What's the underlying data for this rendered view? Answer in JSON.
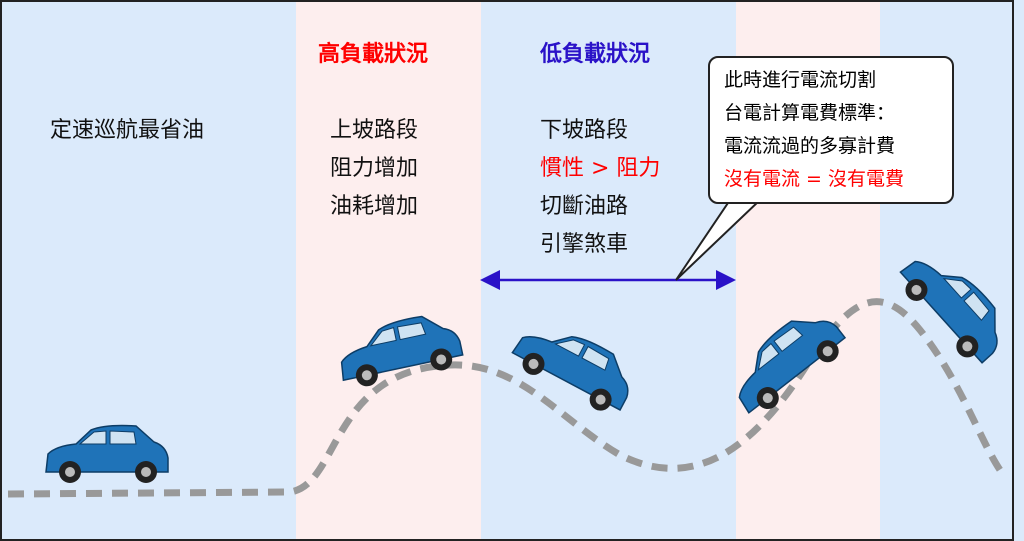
{
  "sections": {
    "cruise": {
      "text": "定速巡航最省油"
    },
    "high_load": {
      "title": "高負載狀況",
      "lines": [
        "上坡路段",
        "阻力增加",
        "油耗增加"
      ]
    },
    "low_load": {
      "title": "低負載狀況",
      "lines": [
        "下坡路段",
        "慣性 > 阻力",
        "切斷油路",
        "引擎煞車"
      ]
    }
  },
  "callout": {
    "lines": [
      "此時進行電流切割",
      "台電計算電費標準：",
      "電流流過的多寡計費",
      "沒有電流 = 沒有電費"
    ]
  },
  "colors": {
    "high": "#ff0000",
    "low": "#2a12c8",
    "blue_band": "#dbeafb",
    "pink_band": "#fdeeee",
    "car": "#1f73b8"
  }
}
